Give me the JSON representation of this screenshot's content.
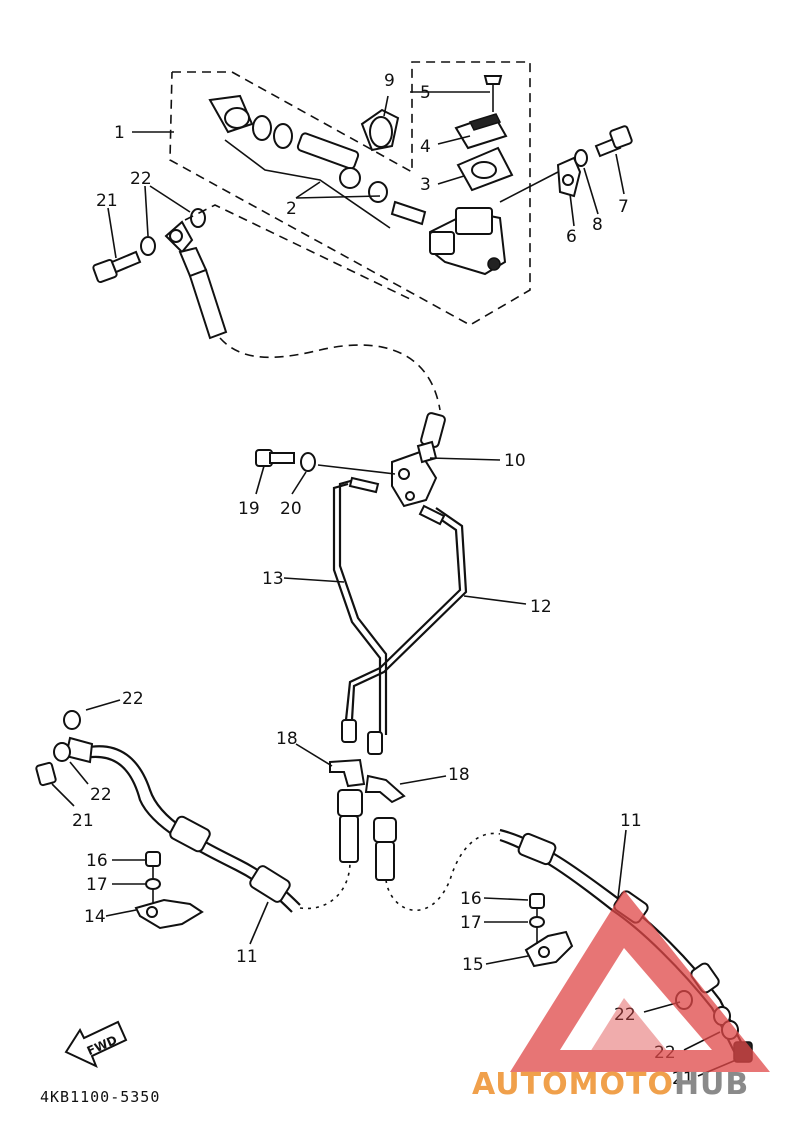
{
  "diagram": {
    "code": "4KB1100-5350",
    "fwd": "FWD",
    "callouts": [
      {
        "id": "c1",
        "text": "1"
      },
      {
        "id": "c2",
        "text": "2"
      },
      {
        "id": "c3",
        "text": "3"
      },
      {
        "id": "c4",
        "text": "4"
      },
      {
        "id": "c5",
        "text": "5"
      },
      {
        "id": "c6",
        "text": "6"
      },
      {
        "id": "c7",
        "text": "7"
      },
      {
        "id": "c8",
        "text": "8"
      },
      {
        "id": "c9",
        "text": "9"
      },
      {
        "id": "c10",
        "text": "10"
      },
      {
        "id": "c11a",
        "text": "11"
      },
      {
        "id": "c11b",
        "text": "11"
      },
      {
        "id": "c12",
        "text": "12"
      },
      {
        "id": "c13",
        "text": "13"
      },
      {
        "id": "c14",
        "text": "14"
      },
      {
        "id": "c15",
        "text": "15"
      },
      {
        "id": "c16a",
        "text": "16"
      },
      {
        "id": "c16b",
        "text": "16"
      },
      {
        "id": "c17a",
        "text": "17"
      },
      {
        "id": "c17b",
        "text": "17"
      },
      {
        "id": "c18a",
        "text": "18"
      },
      {
        "id": "c18b",
        "text": "18"
      },
      {
        "id": "c19",
        "text": "19"
      },
      {
        "id": "c20",
        "text": "20"
      },
      {
        "id": "c21a",
        "text": "21"
      },
      {
        "id": "c21b",
        "text": "21"
      },
      {
        "id": "c21c",
        "text": "21"
      },
      {
        "id": "c22a",
        "text": "22"
      },
      {
        "id": "c22b",
        "text": "22"
      },
      {
        "id": "c22c",
        "text": "22"
      },
      {
        "id": "c22d",
        "text": "22"
      },
      {
        "id": "c22e",
        "text": "22"
      }
    ]
  },
  "watermark": {
    "part1": "AUTOMOTO",
    "part2": "HUB",
    "color_primary": "#f0a04b",
    "color_secondary": "#8a8a8a",
    "triangle_color": "#e04848"
  }
}
